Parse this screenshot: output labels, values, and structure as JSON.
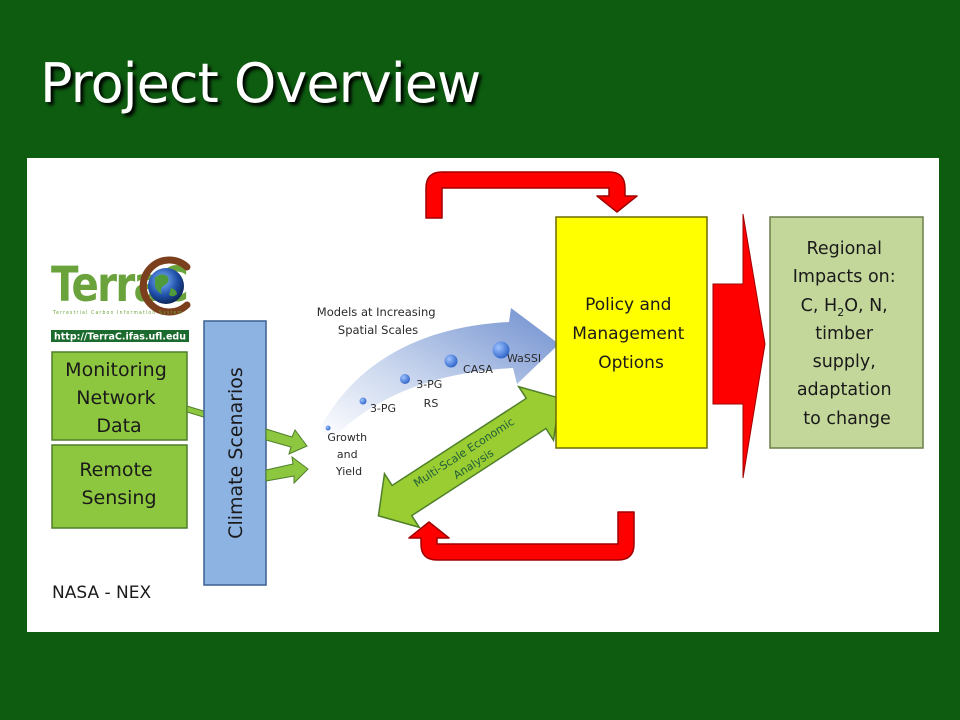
{
  "slide": {
    "title": "Project Overview"
  },
  "logo": {
    "name": "TerraC",
    "subtitle": "Terrestrial Carbon Information System",
    "url": "http://TerraC.ifas.ufl.edu"
  },
  "inputs": {
    "monitoring": [
      "Monitoring",
      "Network",
      "Data"
    ],
    "remote": [
      "Remote",
      "Sensing"
    ],
    "source": "NASA - NEX"
  },
  "climate": {
    "label": "Climate Scenarios"
  },
  "models": {
    "heading": [
      "Models at Increasing",
      "Spatial Scales"
    ],
    "items": [
      {
        "label": [
          "Growth",
          "and",
          "Yield"
        ]
      },
      {
        "label": [
          "3-PG"
        ]
      },
      {
        "label": [
          "3-PG",
          "RS"
        ]
      },
      {
        "label": [
          "CASA"
        ]
      },
      {
        "label": [
          "WaSSI"
        ]
      }
    ]
  },
  "economic": {
    "label": [
      "Multi-Scale Economic",
      "Analysis"
    ]
  },
  "policy": {
    "label": [
      "Policy and",
      "Management",
      "Options"
    ]
  },
  "impacts": {
    "line1": "Regional",
    "line2": "Impacts on:",
    "line3_a": "C, H",
    "line3_sub": "2",
    "line3_b": "O, N,",
    "line4": "timber",
    "line5": "supply,",
    "line6": "adaptation",
    "line7": "to change"
  },
  "colors": {
    "background": "#0d5c10",
    "green_box": "#8dc63f",
    "climate_box": "#8db3e2",
    "policy_box": "#ffff00",
    "impacts_box": "#c4d79b",
    "red_arrow": "#ff0000"
  }
}
